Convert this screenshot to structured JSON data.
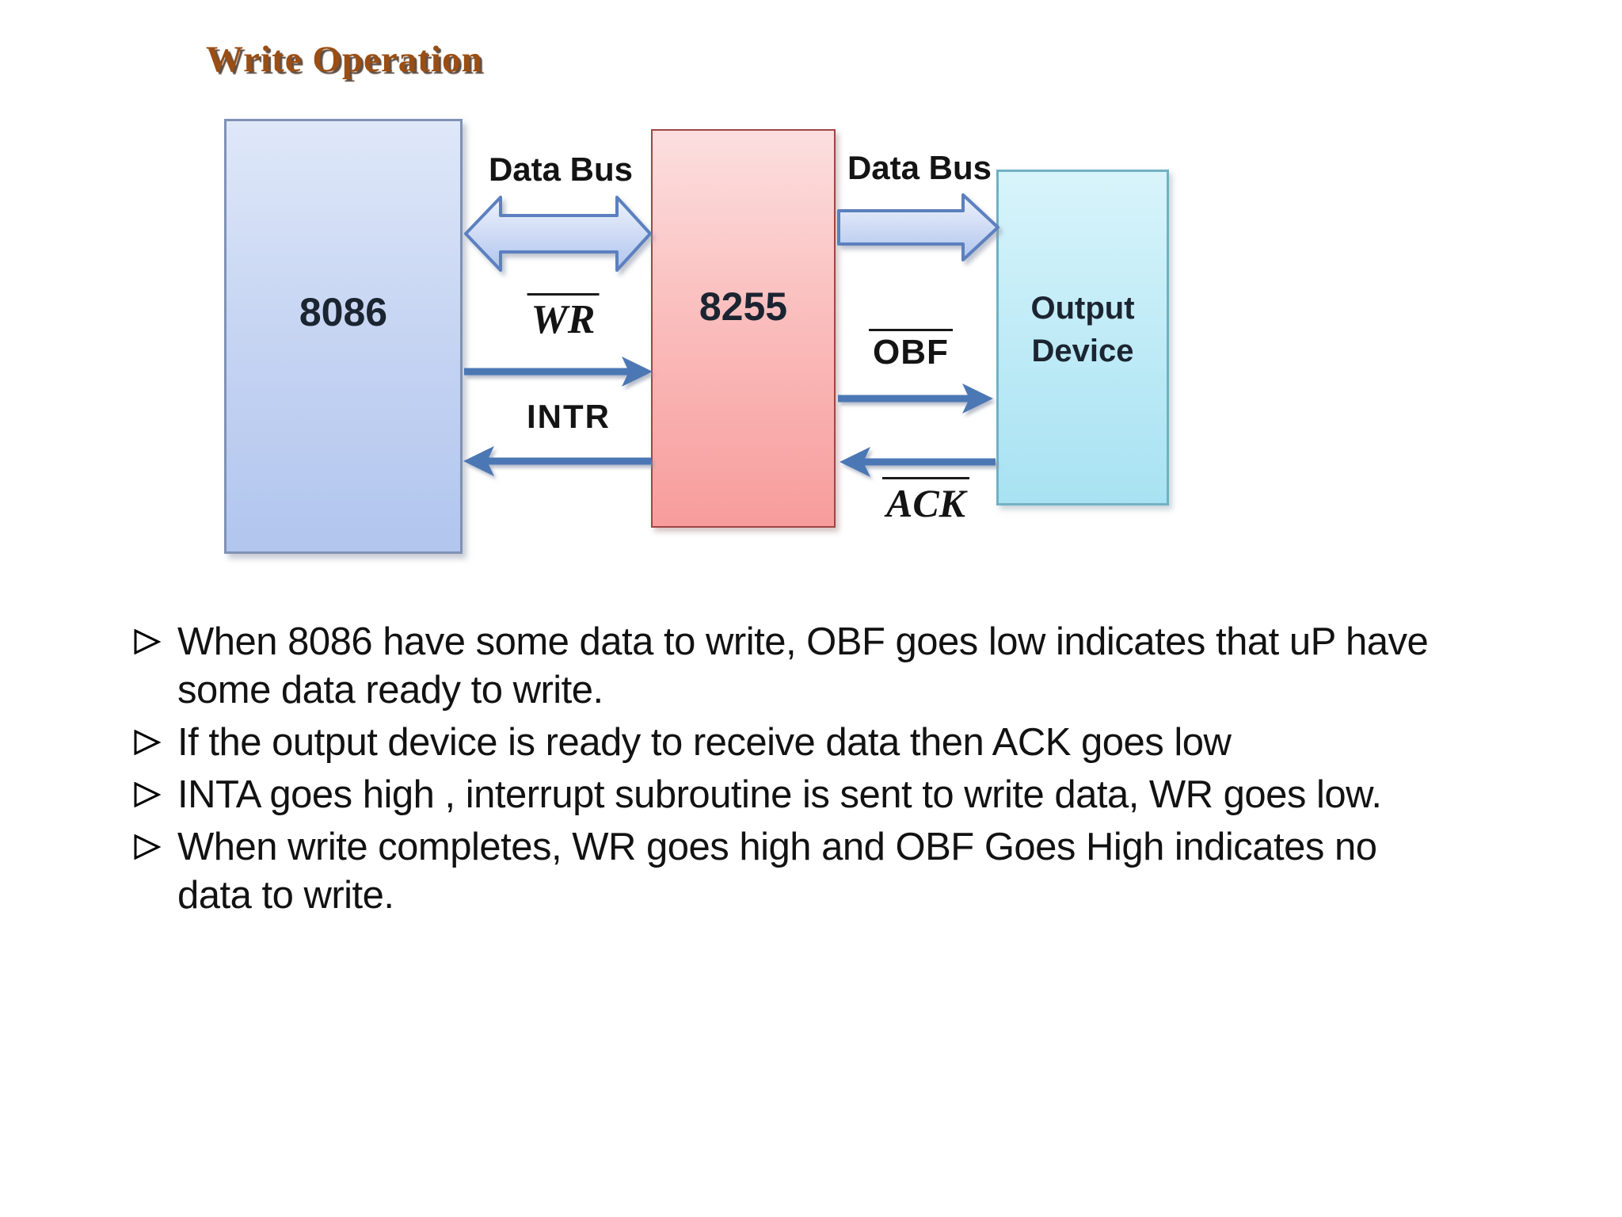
{
  "slide": {
    "title": "Write Operation"
  },
  "diagram": {
    "boxes": {
      "cpu": {
        "label": "8086"
      },
      "ppi": {
        "label": "8255"
      },
      "output": {
        "label": "Output\nDevice"
      }
    },
    "labels": {
      "data_bus_left": "Data Bus",
      "data_bus_right": "Data Bus",
      "wr": "WR",
      "intr": "INTR",
      "obf": "OBF",
      "ack": "ACK"
    },
    "arrows": [
      {
        "name": "data-bus-double-arrow",
        "from": "8086",
        "to": "8255",
        "direction": "bidirectional"
      },
      {
        "name": "data-bus-right-arrow",
        "from": "8255",
        "to": "Output Device",
        "direction": "right"
      },
      {
        "name": "wr-arrow",
        "from": "8086",
        "to": "8255",
        "direction": "right"
      },
      {
        "name": "intr-arrow",
        "from": "8255",
        "to": "8086",
        "direction": "left"
      },
      {
        "name": "obf-arrow",
        "from": "8255",
        "to": "Output Device",
        "direction": "right"
      },
      {
        "name": "ack-arrow",
        "from": "Output Device",
        "to": "8255",
        "direction": "left"
      }
    ]
  },
  "bullets": [
    "When 8086 have some data to write, OBF goes low indicates that uP have\nsome data ready to write.",
    "If the output device is ready to receive data then ACK goes low",
    "INTA goes high , interrupt subroutine is sent to write data, WR goes low.",
    "When write completes, WR goes high and OBF Goes High indicates no\ndata to write."
  ],
  "colors": {
    "title": "#9a4e14",
    "arrow_accent": "#4c78b4",
    "block_arrow_fill_top": "#e9effc",
    "block_arrow_fill_bottom": "#aec4ee",
    "cpu_box_fill_top": "#dfe8f9",
    "cpu_box_fill_bottom": "#b1c5ee",
    "cpu_box_border": "#8092b4",
    "ppi_box_fill_top": "#fcdfdf",
    "ppi_box_fill_bottom": "#f89c9c",
    "ppi_box_border": "#a04545",
    "output_box_fill_top": "#d8f4fb",
    "output_box_fill_bottom": "#a8e2f2",
    "output_box_border": "#72b0c3",
    "body_text": "#121212"
  }
}
